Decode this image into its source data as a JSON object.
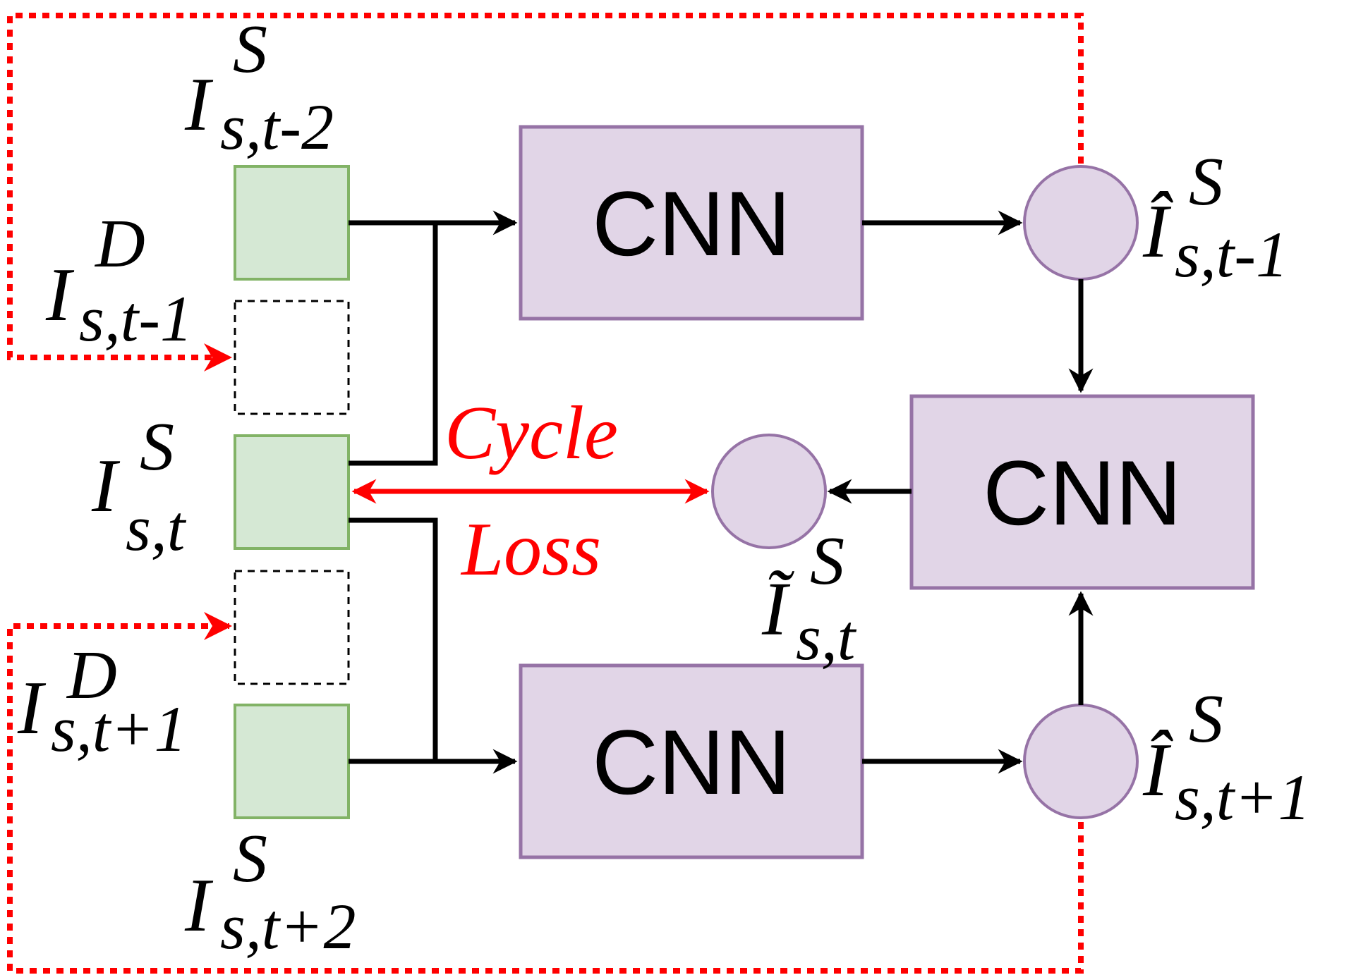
{
  "blocks": {
    "cnn_top": "CNN",
    "cnn_right": "CNN",
    "cnn_bottom": "CNN"
  },
  "labels": {
    "f_tm2": {
      "main": "I",
      "sup": "S",
      "sub": "s,t-2"
    },
    "d_tm1": {
      "main": "I",
      "sup": "D",
      "sub": "s,t-1"
    },
    "f_t": {
      "main": "I",
      "sup": "S",
      "sub": "s,t"
    },
    "d_tp1": {
      "main": "I",
      "sup": "D",
      "sub": "s,t+1"
    },
    "f_tp2": {
      "main": "I",
      "sup": "S",
      "sub": "s,t+2"
    },
    "pred_tm1": {
      "main": "Î",
      "sup": "S",
      "sub": "s,t-1"
    },
    "pred_tp1": {
      "main": "Î",
      "sup": "S",
      "sub": "s,t+1"
    },
    "recon_t": {
      "main": "Ĩ",
      "sup": "S",
      "sub": "s,t"
    }
  },
  "loss": {
    "line1": "Cycle",
    "line2": "Loss"
  },
  "colors": {
    "frame_fill": "#d5e8d4",
    "frame_stroke": "#82b366",
    "cnn_fill": "#e1d5e7",
    "cnn_stroke": "#9673a6",
    "arrow": "#000000",
    "loss": "#ff0000"
  }
}
